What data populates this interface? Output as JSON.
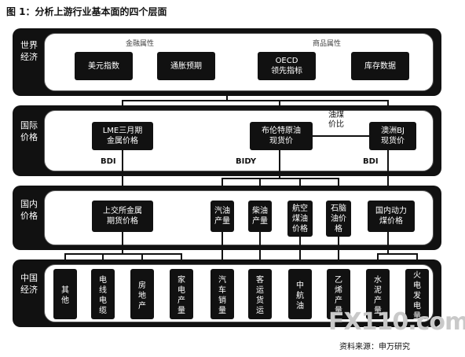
{
  "caption": "图 1：分析上游行业基本面的四个层面",
  "tiers": {
    "world": "世界经济",
    "international": "国际价格",
    "domestic": "国内价格",
    "china": "中国经济"
  },
  "world": {
    "financial_label": "金融属性",
    "commodity_label": "商品属性",
    "boxes": [
      "美元指数",
      "通胀预期",
      "OECD\n领先指标",
      "库存数据"
    ]
  },
  "international": {
    "boxes": [
      "LME三月期\n金属价格",
      "布伦特原油\n现货价",
      "澳洲BJ\n现货价"
    ],
    "oil_coal_label": "油煤\n价比",
    "indices": [
      "BDI",
      "BIDY",
      "BDI"
    ]
  },
  "domestic": {
    "boxes": [
      "上交所金属\n期货价格",
      "汽油\n产量",
      "柴油\n产量",
      "航空\n煤油\n价格",
      "石脑\n油价\n格",
      "国内动力\n煤价格"
    ]
  },
  "china": {
    "boxes": [
      "其他",
      "电线电缆",
      "房地产",
      "家电产量",
      "汽车销量",
      "客运货运",
      "中航油",
      "乙烯产量",
      "水泥产量",
      "火电发电量"
    ]
  },
  "source": "资料来源：申万研究",
  "watermark": "FX110.com"
}
